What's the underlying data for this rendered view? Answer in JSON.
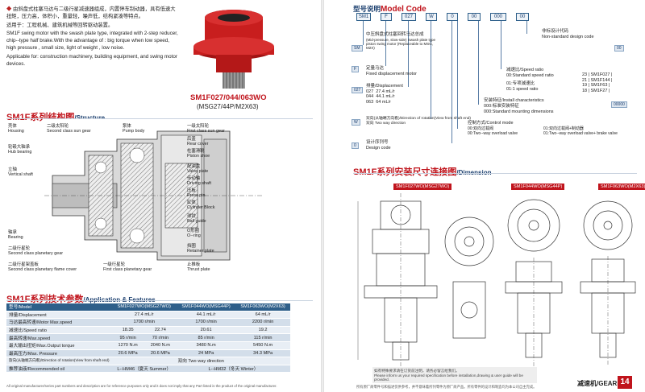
{
  "left_page": {
    "intro": {
      "line1": "由斜盘式柱塞马达与二级行星减速器组成，内置停车制动器，具有低速大扭矩，压力高，体积小，重量轻，噪声低，结构紧凑等特点。",
      "line2": "适用于：工程机械、建筑机械等回转驱动装置。",
      "line3": "SM1F swing motor with the swash plate type, integrated with 2-step reducer, chip--type half brake.With the advantage of : big torque when low speed, high pressure , small size, light of weight , low noise.",
      "line4": "Applicable for: construction machinery, building equipment, and swing motor devices."
    },
    "product_caption": "SM1F027/044/063WO",
    "product_caption_sub": "(MSG27/44P/M2X63)",
    "structure_title_cn": "SM1F系列结构图",
    "structure_title_en": "/Structure",
    "labels_left": [
      {
        "cn": "壳体",
        "en": "Housing"
      },
      {
        "cn": "二级太阳轮",
        "en": "Second class sun gear"
      },
      {
        "cn": "轮毂大轴承",
        "en": "Hub bearing"
      },
      {
        "cn": "立轴",
        "en": "Vertical shaft"
      },
      {
        "cn": "轴承",
        "en": "Bearing"
      },
      {
        "cn": "二级行星轮",
        "en": "Second class planetary gear"
      },
      {
        "cn": "二级行星架盖板",
        "en": "Second class planetary flame cover"
      }
    ],
    "labels_mid": [
      {
        "cn": "泵体",
        "en": "Pump body"
      },
      {
        "cn": "一级行星轮",
        "en": "First class planetary gear"
      }
    ],
    "labels_right": [
      {
        "cn": "一级太阳轮",
        "en": "First class sun gear"
      },
      {
        "cn": "后盖",
        "en": "Rear cover"
      },
      {
        "cn": "柱塞滑靴",
        "en": "Piston shoe"
      },
      {
        "cn": "配油盘",
        "en": "Valve plate"
      },
      {
        "cn": "传动轴",
        "en": "Driving shaft"
      },
      {
        "cn": "压板",
        "en": "Press pin"
      },
      {
        "cn": "缸体",
        "en": "Cylinder Block"
      },
      {
        "cn": "球铰",
        "en": "Ball guide"
      },
      {
        "cn": "O形圈",
        "en": "O--ring"
      },
      {
        "cn": "挡圈",
        "en": "Retainer plate"
      },
      {
        "cn": "止推板",
        "en": "Thrust plate"
      }
    ],
    "spec_title_cn": "SM1F系列技术参数",
    "spec_title_en": "/Application & Features",
    "spec_table": {
      "header": [
        "型号/Model",
        "SM1F027WO(MSG27WO)",
        "SM1F044WO(MSG44P)",
        "SM1F063WO(M2X63)"
      ],
      "rows": [
        [
          "排量/Displacement",
          "27.4 mL/r",
          "",
          "44.1 mL/r",
          "",
          "64 mL/r",
          ""
        ],
        [
          "马达最高转速/Motor Max.speed",
          "1700 r/min",
          "",
          "1700 r/min",
          "",
          "2200 r/min",
          ""
        ],
        [
          "减速比/Speed ratio",
          "18.35",
          "22.74",
          "20.61",
          "",
          "19.2",
          ""
        ],
        [
          "最高转速/Max.speed",
          "95 r/min",
          "70 r/min",
          "85 r/min",
          "",
          "115 r/min",
          ""
        ],
        [
          "最大输出扭矩/Max.Output torque",
          "1270 N.m",
          "2040 N.m",
          "3480 N.m",
          "",
          "5450 N.m",
          ""
        ],
        [
          "最高压力/Max. Pressure",
          "20.6 MPa",
          "20.6 MPa",
          "24 MPa",
          "",
          "34.3 MPa",
          ""
        ],
        [
          "旋向(从轴端方向看)/Direction of rotation(View from shaft end)",
          "双向 Two way direction",
          "",
          "",
          "",
          "",
          ""
        ],
        [
          "推荐油液/Recommended oil",
          "L--HM46（夏天 Summer）",
          "",
          "L--HM32（冬天 Winter）",
          "",
          "",
          ""
        ]
      ]
    },
    "footer": "All original manufacturer/series part numbers and description are for reference purposes only and it does not imply that any Part listed is the product of the original manufacturer."
  },
  "right_page": {
    "model_title_cn": "型号说明",
    "model_title_en": "Model Code",
    "model_code": [
      "SM1",
      "F",
      "027",
      "W",
      "0",
      "00",
      "000",
      "00"
    ],
    "codes": [
      {
        "cn": "中压斜盘式柱塞回转马达总成",
        "en": "(Mid-pressure, slow-side) Swash plate type piston swing motor (Replaceable to MSG, M2X)",
        "tag": "SM"
      },
      {
        "cn": "定量马达",
        "en": "Fixed displacement motor",
        "tag": "F"
      },
      {
        "cn": "排量/Displacement",
        "en": "027  27.4 mL/r\n044  44.1 mL/r\n063  64 mL/r",
        "tag": "027"
      },
      {
        "cn": "双向(从轴端方向看)/Direction of rotation(View from shaft end)",
        "en": "双向  Two way direction",
        "tag": "W"
      },
      {
        "cn": "设计序列号",
        "en": "Design code",
        "tag": "0"
      }
    ],
    "code_right": {
      "nonstd_cn": "非标设计代码",
      "nonstd_en": "Non-standard design code",
      "nonstd_tag": "00",
      "ratio_title": "减速比/Speed ratio",
      "ratio_std": "00:Standard speed ratio",
      "ratio_list": "23 | SM1F027 |\n21 | SM1F144 |\n19 | SM1F63 |\n18 | SM1F27 |",
      "mount_cn": "01:专项減速比",
      "mount_en": "01:1 speed ratio",
      "install_title": "安装特征/Install characteristics",
      "install_std": "000:标准安装特征\n000:Standard mounting dimensions",
      "install_tag": "00000",
      "ctrl_title": "控制方式/Control mode",
      "ctrl_00": "00:双向过载阀\n00:Two--way overload valve",
      "ctrl_01": "01:双向过载阀+制动器\n01:Two--way overload valve+ brake valve"
    },
    "dim_title_cn": "SM1F系列安装尺寸连接图",
    "dim_title_en": "/Dimension",
    "dim_models": [
      "SM1F027WO(MSG27WO)",
      "SM1F044WO(MSG44P)",
      "SM1F063WO(M2X63)"
    ],
    "note": "Please inform us your required specification before installation,drawing & user guide will be provided.",
    "note_cn": "如有特殊要求请在订货前注明，请务必留言给我们。",
    "footer": "所有原厂商零件号和描述仅供参考，并不意味着所列零件为原厂商产品。所有零件的设计和制造均为本公司自主完成。",
    "brand": "减速机/GEARBOX",
    "page_no": "14"
  },
  "colors": {
    "accent_red": "#c0141c",
    "navy": "#1a3e6e",
    "table_blue": "#2e5f8a"
  }
}
